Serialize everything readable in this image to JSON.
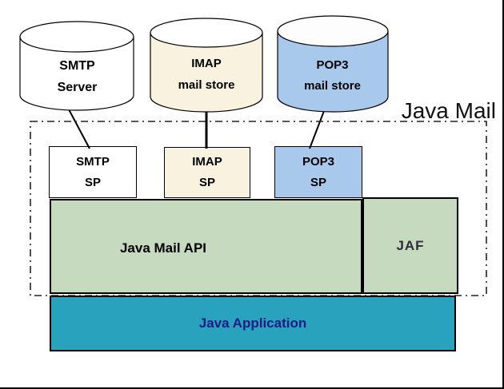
{
  "diagram": {
    "title": "Java Mail",
    "stores": [
      {
        "name": "smtp-server",
        "line1": "SMTP",
        "line2": "Server",
        "fill": "#ffffff"
      },
      {
        "name": "imap-mail-store",
        "line1": "IMAP",
        "line2": "mail store",
        "fill": "#f8f2df"
      },
      {
        "name": "pop3-mail-store",
        "line1": "POP3",
        "line2": "mail store",
        "fill": "#a9c9ec"
      }
    ],
    "providers": [
      {
        "name": "smtp-sp",
        "line1": "SMTP",
        "line2": "SP"
      },
      {
        "name": "imap-sp",
        "line1": "IMAP",
        "line2": "SP"
      },
      {
        "name": "pop3-sp",
        "line1": "POP3",
        "line2": "SP"
      }
    ],
    "api_label": "Java Mail API",
    "jaf_label": "JAF",
    "app_label": "Java Application",
    "colors": {
      "store_cream": "#f8f2df",
      "store_blue": "#a9c9ec",
      "api_green": "#c5dabf",
      "app_teal": "#29a2be",
      "app_text_navy": "#1b1b85",
      "boundary_dash": "#222222"
    }
  }
}
